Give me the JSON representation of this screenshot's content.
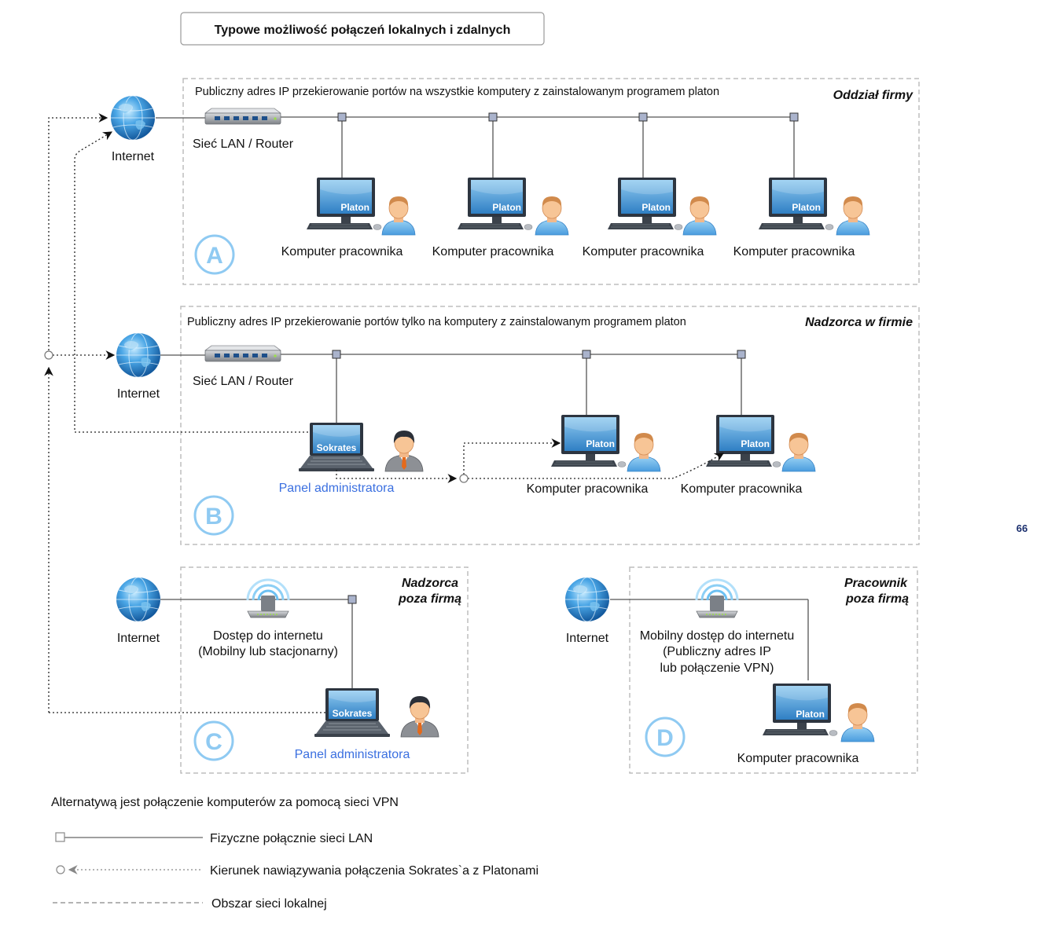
{
  "title": "Typowe możliwość połączeń lokalnych i zdalnych",
  "internet_label": "Internet",
  "router_label": "Sieć LAN / Router",
  "worker_pc_label": "Komputer pracownika",
  "admin_panel_label": "Panel administratora",
  "platon_screen": "Platon",
  "sokrates_screen": "Sokrates",
  "area_a": {
    "letter": "A",
    "title": "Oddział firmy",
    "caption": "Publiczny adres IP przekierowanie portów na wszystkie komputery z zainstalowanym programem platon"
  },
  "area_b": {
    "letter": "B",
    "title": "Nadzorca w firmie",
    "caption": "Publiczny adres IP przekierowanie portów tylko na komputery z zainstalowanym programem platon"
  },
  "area_c": {
    "letter": "C",
    "title_line1": "Nadzorca",
    "title_line2": "poza firmą",
    "access_line1": "Dostęp do internetu",
    "access_line2": "(Mobilny lub stacjonarny)"
  },
  "area_d": {
    "letter": "D",
    "title_line1": "Pracownik",
    "title_line2": "poza firmą",
    "access_line1": "Mobilny dostęp do internetu",
    "access_line2": "(Publiczny adres IP",
    "access_line3": "lub połączenie VPN)"
  },
  "page_number": "66",
  "note": "Alternatywą jest połączenie komputerów za pomocą sieci VPN",
  "legend": {
    "lan": "Fizyczne połącznie sieci LAN",
    "direction": "Kierunek nawiązywania połączenia Sokrates`a z Platonami",
    "area": "Obszar sieci lokalnej"
  },
  "colors": {
    "area_border": "#bdbdbd",
    "connector": "#555555",
    "node_fill": "#aab3cc",
    "screen_blue": "#3e8fd0",
    "letter_circle": "#8fcaf2",
    "admin_label": "#3a6fe0"
  },
  "icons": [
    "globe-icon",
    "router-icon",
    "desktop-computer-icon",
    "laptop-icon",
    "user-icon",
    "admin-user-icon",
    "wifi-router-icon",
    "arrow-icon"
  ]
}
